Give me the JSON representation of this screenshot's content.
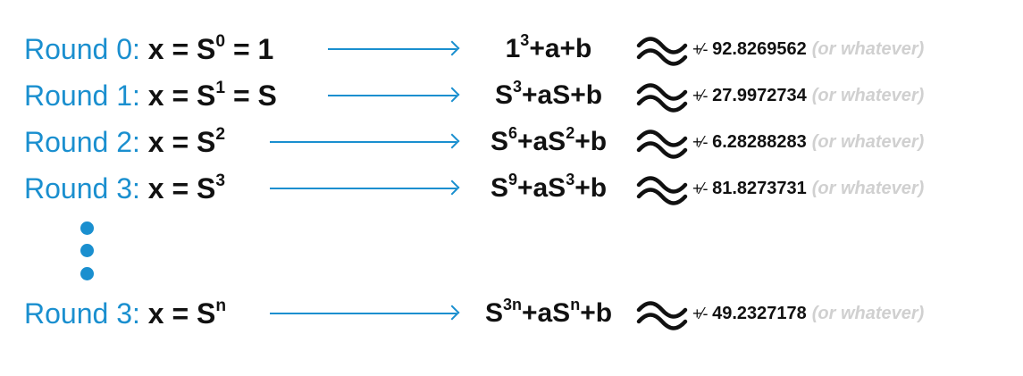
{
  "colors": {
    "accent": "#1a8fcf",
    "text": "#111111",
    "note": "#d0d0d0"
  },
  "rows": [
    {
      "round_label": "Round 0:",
      "lhs": "x = S",
      "lhs_sup": "0",
      "lhs_tail": " = 1",
      "expr_parts": [
        "1",
        "3",
        "+a+b"
      ],
      "pm_symbol": "+⁄-",
      "value": "92.8269562",
      "note": "(or whatever)"
    },
    {
      "round_label": "Round 1:",
      "lhs": "x = S",
      "lhs_sup": "1",
      "lhs_tail": " = S",
      "expr_parts": [
        "S",
        "3",
        "+aS+b"
      ],
      "pm_symbol": "+⁄-",
      "value": "27.9972734",
      "note": "(or whatever)"
    },
    {
      "round_label": "Round 2:",
      "lhs": "x = S",
      "lhs_sup": "2",
      "lhs_tail": "",
      "expr_parts": [
        "S",
        "6",
        "+aS",
        "2",
        "+b"
      ],
      "pm_symbol": "+⁄-",
      "value": "6.28288283",
      "note": "(or whatever)"
    },
    {
      "round_label": "Round 3:",
      "lhs": "x = S",
      "lhs_sup": "3",
      "lhs_tail": "",
      "expr_parts": [
        "S",
        "9",
        "+aS",
        "3",
        "+b"
      ],
      "pm_symbol": "+⁄-",
      "value": "81.8273731",
      "note": "(or whatever)"
    },
    {
      "round_label": "Round 3:",
      "lhs": "x = S",
      "lhs_sup": "n",
      "lhs_tail": "",
      "expr_parts": [
        "S",
        "3n",
        "+aS",
        "n",
        "+b"
      ],
      "pm_symbol": "+⁄-",
      "value": "49.2327178",
      "note": "(or whatever)"
    }
  ],
  "icons": {
    "approx": "approx-wave-icon",
    "arrow": "right-arrow-icon",
    "ellipsis": "vertical-ellipsis-dots"
  }
}
